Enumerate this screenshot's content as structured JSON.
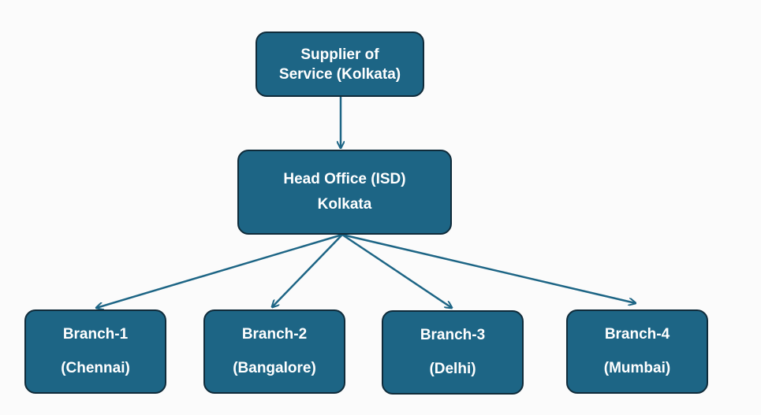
{
  "diagram": {
    "supplier": {
      "line1": "Supplier of",
      "line2": "Service (Kolkata)"
    },
    "head_office": {
      "line1": "Head Office (ISD)",
      "line2": "Kolkata"
    },
    "branches": [
      {
        "name": "Branch-1",
        "city": "(Chennai)"
      },
      {
        "name": "Branch-2",
        "city": "(Bangalore)"
      },
      {
        "name": "Branch-3",
        "city": "(Delhi)"
      },
      {
        "name": "Branch-4",
        "city": "(Mumbai)"
      }
    ],
    "colors": {
      "node_fill": "#1d6585",
      "node_border": "#0f2b3a",
      "arrow": "#1d6585",
      "text": "#ffffff"
    }
  }
}
